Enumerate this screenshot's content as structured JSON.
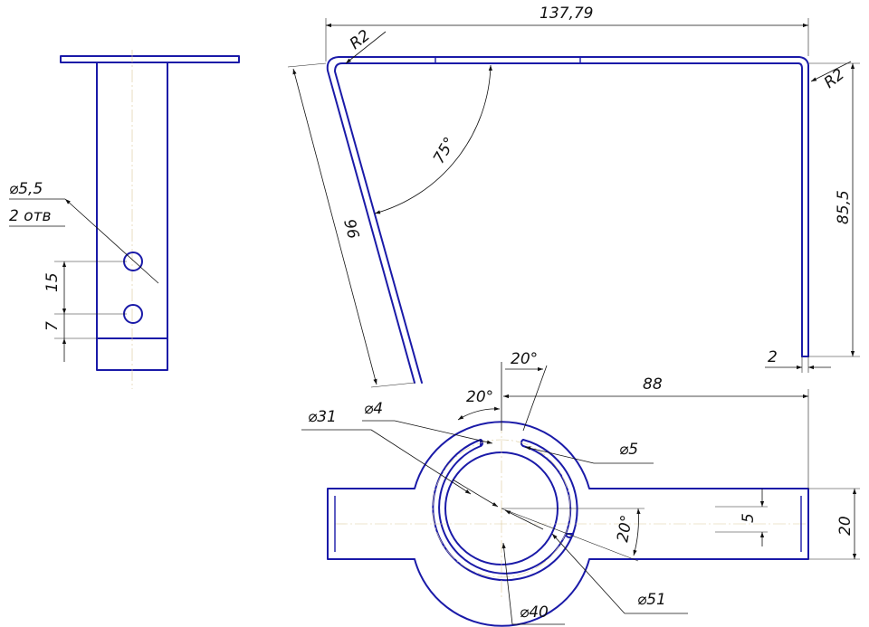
{
  "drawing": {
    "side_view": {
      "hole_dia": "⌀5,5",
      "hole_count": "2 отв",
      "dim_spacing": "15",
      "dim_edge": "7"
    },
    "front_view": {
      "dim_width": "137,79",
      "radius_left": "R2",
      "radius_right": "R2",
      "dim_angle": "75°",
      "dim_leg_length": "96",
      "dim_height": "85,5",
      "dim_thickness": "2"
    },
    "top_view": {
      "angle_top": "20°",
      "angle_mid": "20°",
      "dim_length": "88",
      "dia_inner_slot": "⌀31",
      "dia_hole": "⌀4",
      "dia_slot_width": "⌀5",
      "dim_offset": "5",
      "dim_strip_width": "20",
      "angle_side": "20°",
      "dia_bore": "⌀40",
      "dia_outer": "⌀51"
    }
  }
}
